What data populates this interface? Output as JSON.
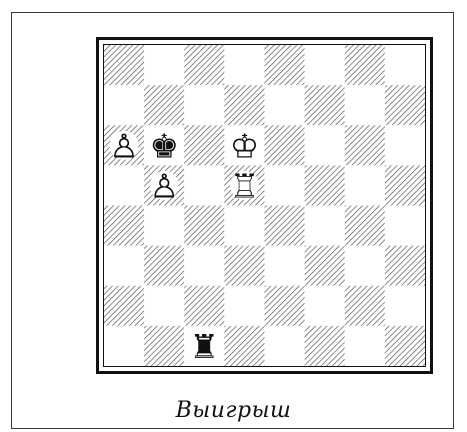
{
  "diagram": {
    "caption": "Выигрыш",
    "board_size": 8,
    "orientation": "white-bottom",
    "square_style": {
      "light": "white",
      "dark": "diagonal-hatched"
    },
    "pieces": [
      {
        "square": "a6",
        "piece": "pawn",
        "color": "white",
        "icon": "white-pawn-icon"
      },
      {
        "square": "b6",
        "piece": "king",
        "color": "black",
        "icon": "black-king-icon"
      },
      {
        "square": "d6",
        "piece": "king",
        "color": "white",
        "icon": "white-king-icon"
      },
      {
        "square": "b5",
        "piece": "pawn",
        "color": "white",
        "icon": "white-pawn-icon"
      },
      {
        "square": "d5",
        "piece": "rook",
        "color": "white",
        "icon": "white-rook-icon"
      },
      {
        "square": "c1",
        "piece": "rook",
        "color": "black",
        "icon": "black-rook-icon"
      }
    ]
  }
}
